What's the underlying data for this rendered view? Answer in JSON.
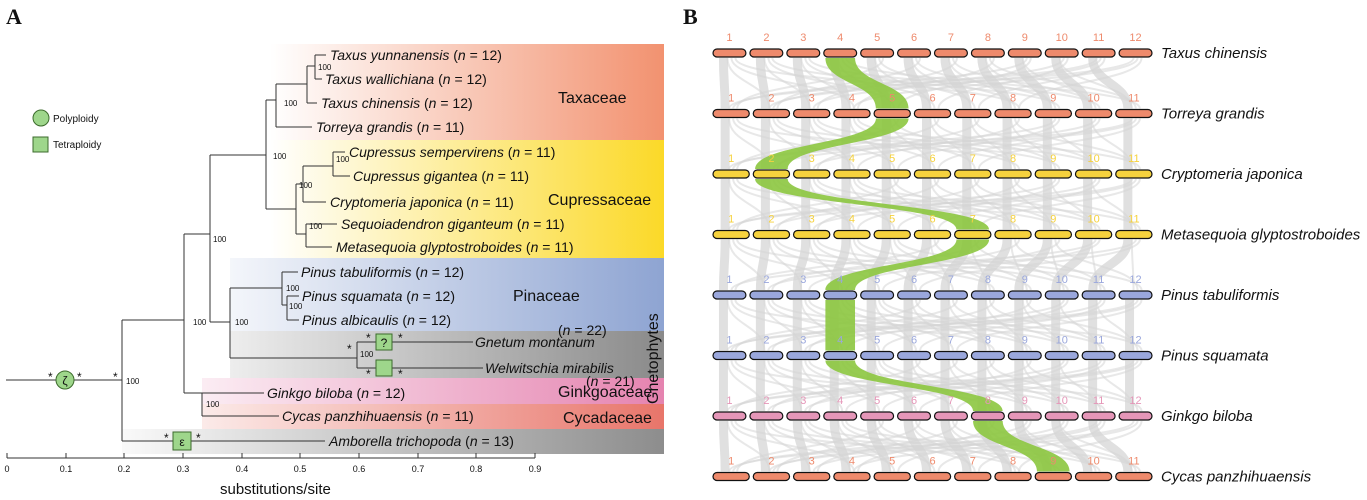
{
  "panels": {
    "a": "A",
    "b": "B"
  },
  "legend": [
    {
      "label": "Polyploidy",
      "shape": "circle"
    },
    {
      "label": "Tetraploidy",
      "shape": "square"
    }
  ],
  "taxa": [
    {
      "name": "Taxus yunnanensis",
      "n": "12"
    },
    {
      "name": "Taxus wallichiana",
      "n": "12"
    },
    {
      "name": "Taxus chinensis",
      "n": "12"
    },
    {
      "name": "Torreya grandis",
      "n": "11"
    },
    {
      "name": "Cupressus sempervirens",
      "n": "11"
    },
    {
      "name": "Cupressus gigantea",
      "n": "11"
    },
    {
      "name": "Cryptomeria japonica",
      "n": "11"
    },
    {
      "name": "Sequoiadendron giganteum",
      "n": "11"
    },
    {
      "name": "Metasequoia glyptostroboides",
      "n": "11"
    },
    {
      "name": "Pinus tabuliformis",
      "n": "12"
    },
    {
      "name": "Pinus squamata",
      "n": "12"
    },
    {
      "name": "Pinus albicaulis",
      "n": "12"
    },
    {
      "name": "Gnetum montanum",
      "n": "22"
    },
    {
      "name": "Welwitschia mirabilis",
      "n": "21"
    },
    {
      "name": "Ginkgo biloba",
      "n": "12"
    },
    {
      "name": "Cycas panzhihuaensis",
      "n": "11"
    },
    {
      "name": "Amborella trichopoda",
      "n": "13"
    }
  ],
  "families": [
    "Taxaceae",
    "Cupressaceae",
    "Pinaceae",
    "Ginkgoaceae",
    "Cycadaceae",
    "Gnetophytes"
  ],
  "bootstrap": "100",
  "wgd_markers": {
    "zeta": "ζ",
    "epsilon": "ε",
    "unknown": "?",
    "star": "*"
  },
  "axis": {
    "ticks": [
      "0",
      "0.1",
      "0.2",
      "0.3",
      "0.4",
      "0.5",
      "0.6",
      "0.7",
      "0.8",
      "0.9"
    ],
    "label": "substitutions/site"
  },
  "synteny": [
    {
      "species": "Taxus chinensis",
      "chromosomes": 12,
      "color": "#ee8a6c"
    },
    {
      "species": "Torreya grandis",
      "chromosomes": 11,
      "color": "#ee8a6c"
    },
    {
      "species": "Cryptomeria japonica",
      "chromosomes": 11,
      "color": "#f6d23e"
    },
    {
      "species": "Metasequoia glyptostroboides",
      "chromosomes": 11,
      "color": "#f6d23e"
    },
    {
      "species": "Pinus tabuliformis",
      "chromosomes": 12,
      "color": "#9aa7dc"
    },
    {
      "species": "Pinus squamata",
      "chromosomes": 12,
      "color": "#9aa7dc"
    },
    {
      "species": "Ginkgo biloba",
      "chromosomes": 12,
      "color": "#e596b8"
    },
    {
      "species": "Cycas panzhihuaensis",
      "chromosomes": 11,
      "color": "#ee8a6c"
    }
  ],
  "highlight_chromosomes": [
    4,
    5,
    2,
    7,
    4,
    4,
    8,
    9
  ],
  "colors": {
    "taxaceae": "#f29270",
    "cupressaceae": "#fbd928",
    "pinaceae": "#8ea4d2",
    "gnetophytes": "#8a8a8a",
    "ginkgoaceae": "#e583b0",
    "cycadaceae": "#e8756a",
    "amborella": "#8d8d8d",
    "wgd": "#9ed68b",
    "synteny_bg": "#d6d6d6",
    "synteny_hl": "#8cc63f"
  }
}
